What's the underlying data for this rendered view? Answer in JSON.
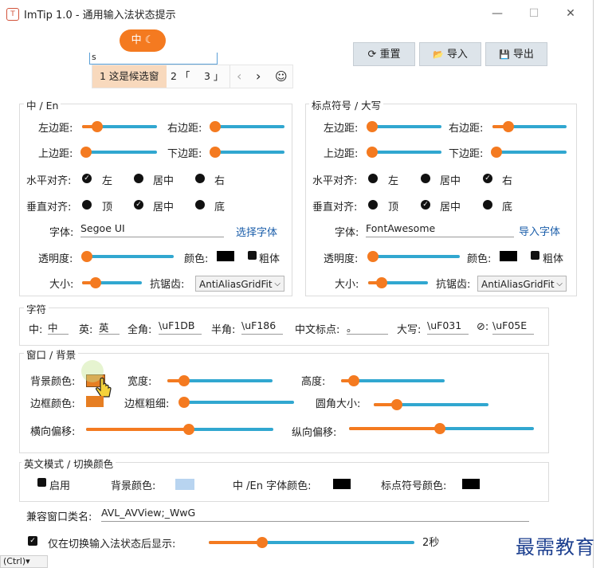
{
  "window": {
    "title": "ImTip 1.0 - 通用输入法状态提示",
    "icon": "app-icon",
    "minimize": "—",
    "maximize": "☐",
    "close": "✕"
  },
  "preview": {
    "pill_label": "中 ☾",
    "input_value": "s",
    "candidate_1": "1 这是候选窗",
    "candidate_2": "2 「",
    "candidate_3": "3 」",
    "prev": "‹",
    "next": "›",
    "emoji": "☺"
  },
  "toolbar": {
    "reset": "重置",
    "import": "导入",
    "export": "导出",
    "reset_icon": "⟳",
    "import_icon": "📂",
    "export_icon": "💾"
  },
  "cn_en": {
    "group": "中 / En",
    "left_margin": "左边距:",
    "right_margin": "右边距:",
    "top_margin": "上边距:",
    "bottom_margin": "下边距:",
    "halign": "水平对齐:",
    "h_left": "左",
    "h_center": "居中",
    "h_right": "右",
    "valign": "垂直对齐:",
    "v_top": "顶",
    "v_center": "居中",
    "v_bottom": "底",
    "font_label": "字体:",
    "font_value": "Segoe UI",
    "choose_font": "选择字体",
    "opacity": "透明度:",
    "color": "颜色:",
    "bold": "粗体",
    "size": "大小:",
    "antialias": "抗锯齿:",
    "antialias_value": "AntiAliasGridFit",
    "sliders": {
      "left_margin": 0.2,
      "right_margin": 0.05,
      "top_margin": 0.05,
      "bottom_margin": 0.05,
      "opacity": 0.05,
      "size": 0.22
    },
    "halign_selected": "左",
    "valign_selected": "居中"
  },
  "punct": {
    "group": "标点符号 / 大写",
    "left_margin": "左边距:",
    "right_margin": "右边距:",
    "top_margin": "上边距:",
    "bottom_margin": "下边距:",
    "halign": "水平对齐:",
    "h_left": "左",
    "h_center": "居中",
    "h_right": "右",
    "valign": "垂直对齐:",
    "v_top": "顶",
    "v_center": "居中",
    "v_bottom": "底",
    "font_label": "字体:",
    "font_value": "FontAwesome",
    "import_font": "导入字体",
    "opacity": "透明度:",
    "color": "颜色:",
    "bold": "粗体",
    "size": "大小:",
    "antialias": "抗锯齿:",
    "antialias_value": "AntiAliasGridFit",
    "sliders": {
      "left_margin": 0.05,
      "right_margin": 0.22,
      "top_margin": 0.05,
      "bottom_margin": 0.05,
      "opacity": 0.05,
      "size": 0.22
    },
    "halign_selected": "右",
    "valign_selected": "居中"
  },
  "chars": {
    "group": "字符",
    "cn_label": "中:",
    "cn_value": "中",
    "en_label": "英:",
    "en_value": "英",
    "full_label": "全角:",
    "full_value": "\\uF1DB",
    "half_label": "半角:",
    "half_value": "\\uF186",
    "cnpunct_label": "中文标点:",
    "cnpunct_value": "。",
    "caps_label": "大写:",
    "caps_value": "\\uF031",
    "slash_label": "⊘:",
    "slash_value": "\\uF05E"
  },
  "window_bg": {
    "group": "窗口 / 背景",
    "bg_color": "背景颜色:",
    "width": "宽度:",
    "height": "高度:",
    "border_color": "边框颜色:",
    "border_width": "边框粗细:",
    "radius": "圆角大小:",
    "h_offset": "横向偏移:",
    "v_offset": "纵向偏移:",
    "sliders": {
      "width": 0.16,
      "height": 0.12,
      "border_width": 0.02,
      "radius": 0.2,
      "h_offset": 0.55,
      "v_offset": 0.49
    },
    "bg_swatch": "#e67e22",
    "border_swatch": "#e67e22"
  },
  "en_mode": {
    "group": "英文模式 / 切换颜色",
    "enable": "启用",
    "bg_color": "背景颜色:",
    "font_color": "中 /En 字体颜色:",
    "punct_color": "标点符号颜色:",
    "bg_swatch": "#b8d4f0",
    "font_swatch": "#000000",
    "punct_swatch": "#000000"
  },
  "compat": {
    "label": "兼容窗口类名:",
    "value": "AVL_AVView;_WwG"
  },
  "show_after": {
    "label": "仅在切换输入法状态后显示:",
    "value_text": "2秒",
    "slider": 0.26
  },
  "watermark": "最需教育",
  "status": "(Ctrl)▾"
}
